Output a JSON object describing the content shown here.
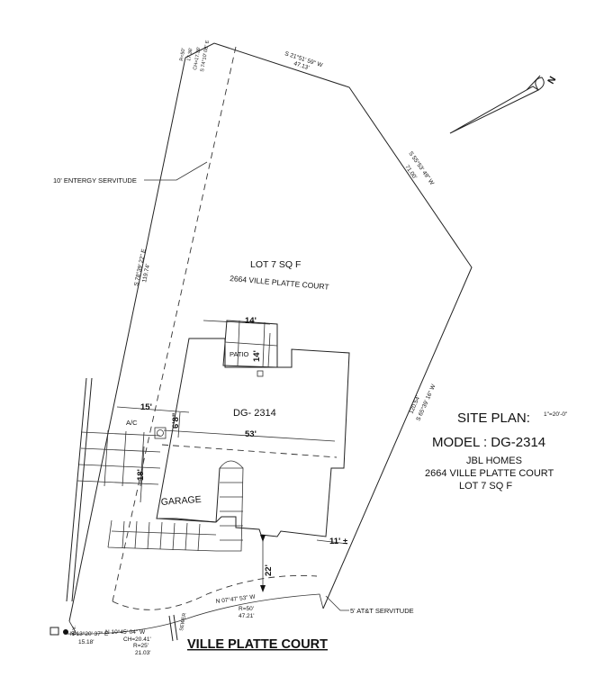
{
  "plan": {
    "lot_title": "LOT 7 SQ F",
    "lot_address": "2664 VILLE PLATTE COURT",
    "house_label": "DG- 2314",
    "patio_label": "PATIO",
    "garage_label": "GARAGE",
    "ac_label": "A/C",
    "street_name": "VILLE PLATTE COURT",
    "sewer_label": "SEWER",
    "wv_label": "W.V.",
    "north_label": "N"
  },
  "servitudes": {
    "entergy": "10' ENTERGY SERVITUDE",
    "att": "5' AT&T SERVITUDE"
  },
  "boundaries": {
    "north_bearing": "S 21°51' 59\" W",
    "north_dist": "47.13'",
    "ne_bearing": "S 55°53' 49\" W",
    "ne_dist": "71.00'",
    "east_bearing": "S 65°39' 16\" W",
    "east_dist": "120.54'",
    "west_bearing": "S 78°39' 22\" E",
    "west_dist": "119.74'",
    "top_curve_r": "R=50'",
    "top_curve_dist": "17.36'",
    "top_curve_ch": "CH=17.36'",
    "top_curve_bearing": "S 74°10' 08\" E",
    "front_bearing": "N 07°47' 53\" W",
    "front_r": "R=50'",
    "front_dist": "47.21'",
    "sw_curve_bearing": "N 10°45' 04\" W",
    "sw_curve_ch": "CH=20.41'",
    "sw_curve_r": "R=25'",
    "sw_curve_dist": "21.03'",
    "corner_bearing": "N 13°20' 37\" E",
    "corner_dist": "15.18'"
  },
  "dimensions": {
    "patio_w": "14'",
    "patio_h": "14'",
    "side_setback": "15'",
    "ac_gap": "6'8\"",
    "house_width": "53'",
    "garage_offset": "18'",
    "front_setback": "22'",
    "right_setback": "11' ±"
  },
  "info": {
    "site_plan_label": "SITE PLAN:",
    "scale": "1\"=20'-0\"",
    "model": "MODEL : DG-2314",
    "builder": "JBL HOMES",
    "address": "2664 VILLE PLATTE COURT",
    "lot": "LOT 7  SQ F"
  }
}
